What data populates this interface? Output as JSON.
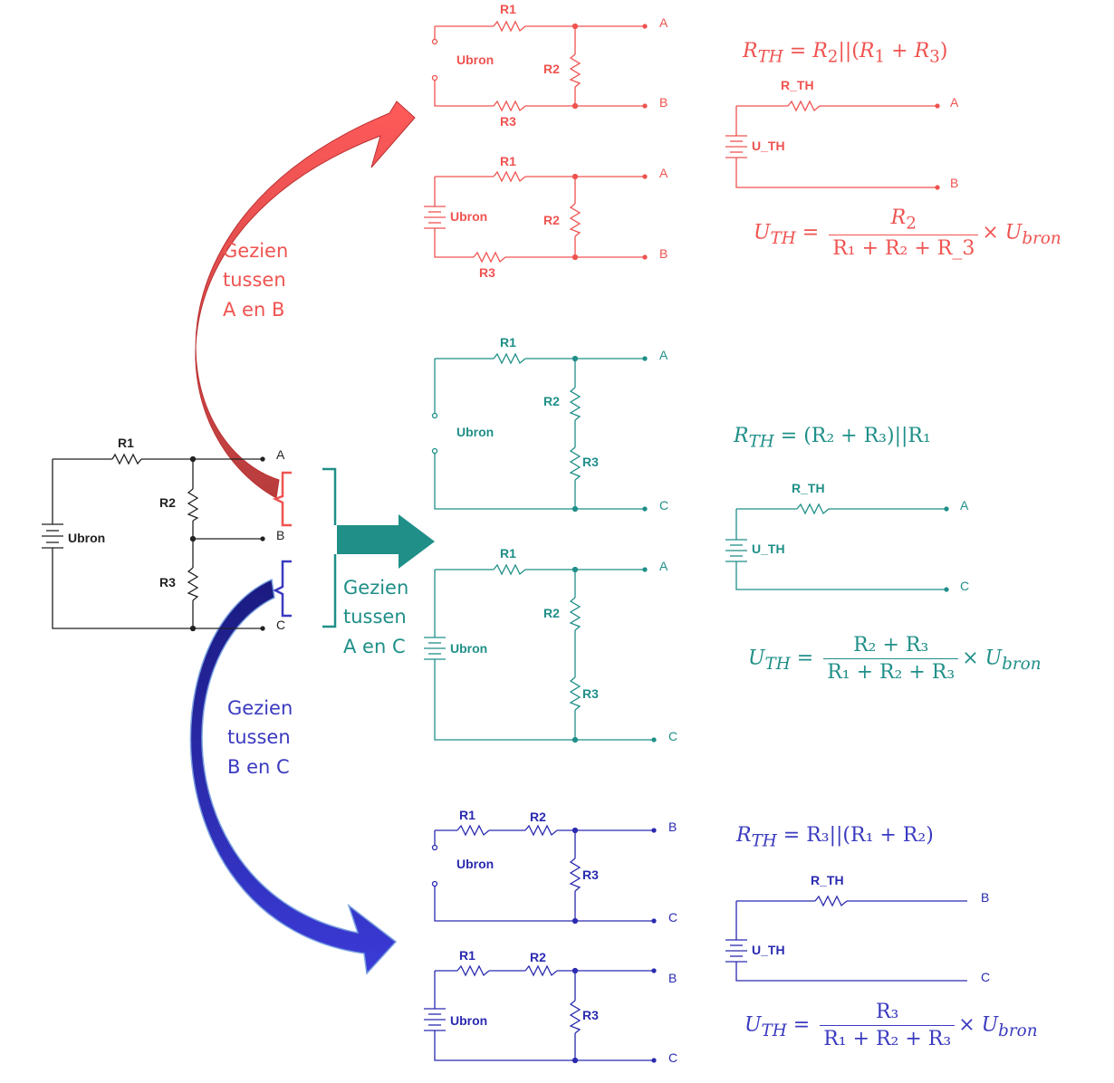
{
  "colors": {
    "main": "#222222",
    "red": "#ef5350",
    "teal": "#1f8f88",
    "blue": "#3a3ac0"
  },
  "main_circuit": {
    "r1": "R1",
    "r2": "R2",
    "r3": "R3",
    "source": "Ubron",
    "term_a": "A",
    "term_b": "B",
    "term_c": "C"
  },
  "captions": {
    "ab": [
      "Gezien",
      "tussen",
      "A en B"
    ],
    "ac": [
      "Gezien",
      "tussen",
      "A en C"
    ],
    "bc": [
      "Gezien",
      "tussen",
      "B en C"
    ]
  },
  "panels": {
    "ab": {
      "r1": "R1",
      "r2": "R2",
      "r3": "R3",
      "source": "Ubron",
      "term_top": "A",
      "term_bottom": "B",
      "th_r": "R_TH",
      "th_u": "U_TH",
      "rth": {
        "lhs": "R",
        "lhs_sub": "TH",
        "eq": " = ",
        "a": "R",
        "a_sub": "2",
        "mid": "||(",
        "b": "R",
        "b_sub": "1",
        "plus": " + ",
        "c": "R",
        "c_sub": "3",
        "end": ")"
      },
      "uth": {
        "lhs": "U",
        "lhs_sub": "TH",
        "num": "R",
        "num_sub": "2",
        "den": "R₁ + R₂ + R_3",
        "times": "×",
        "u": "U",
        "u_sub": "bron"
      }
    },
    "ac": {
      "r1": "R1",
      "r2": "R2",
      "r3": "R3",
      "source": "Ubron",
      "term_top": "A",
      "term_bottom": "C",
      "th_r": "R_TH",
      "th_u": "U_TH",
      "rth": {
        "lhs": "R",
        "lhs_sub": "TH",
        "text": " = (R₂ + R₃)||R₁"
      },
      "uth": {
        "lhs": "U",
        "lhs_sub": "TH",
        "num": "R₂ + R₃",
        "den": "R₁ + R₂ + R₃",
        "times": "×",
        "u": "U",
        "u_sub": "bron"
      }
    },
    "bc": {
      "r1": "R1",
      "r2": "R2",
      "r3": "R3",
      "source": "Ubron",
      "term_top": "B",
      "term_bottom": "C",
      "th_r": "R_TH",
      "th_u": "U_TH",
      "rth": {
        "lhs": "R",
        "lhs_sub": "TH",
        "text": " = R₃||(R₁ + R₂)"
      },
      "uth": {
        "lhs": "U",
        "lhs_sub": "TH",
        "num": "R₃",
        "den": "R₁ + R₂ +  R₃",
        "times": "×",
        "u": "U",
        "u_sub": "bron"
      }
    }
  }
}
